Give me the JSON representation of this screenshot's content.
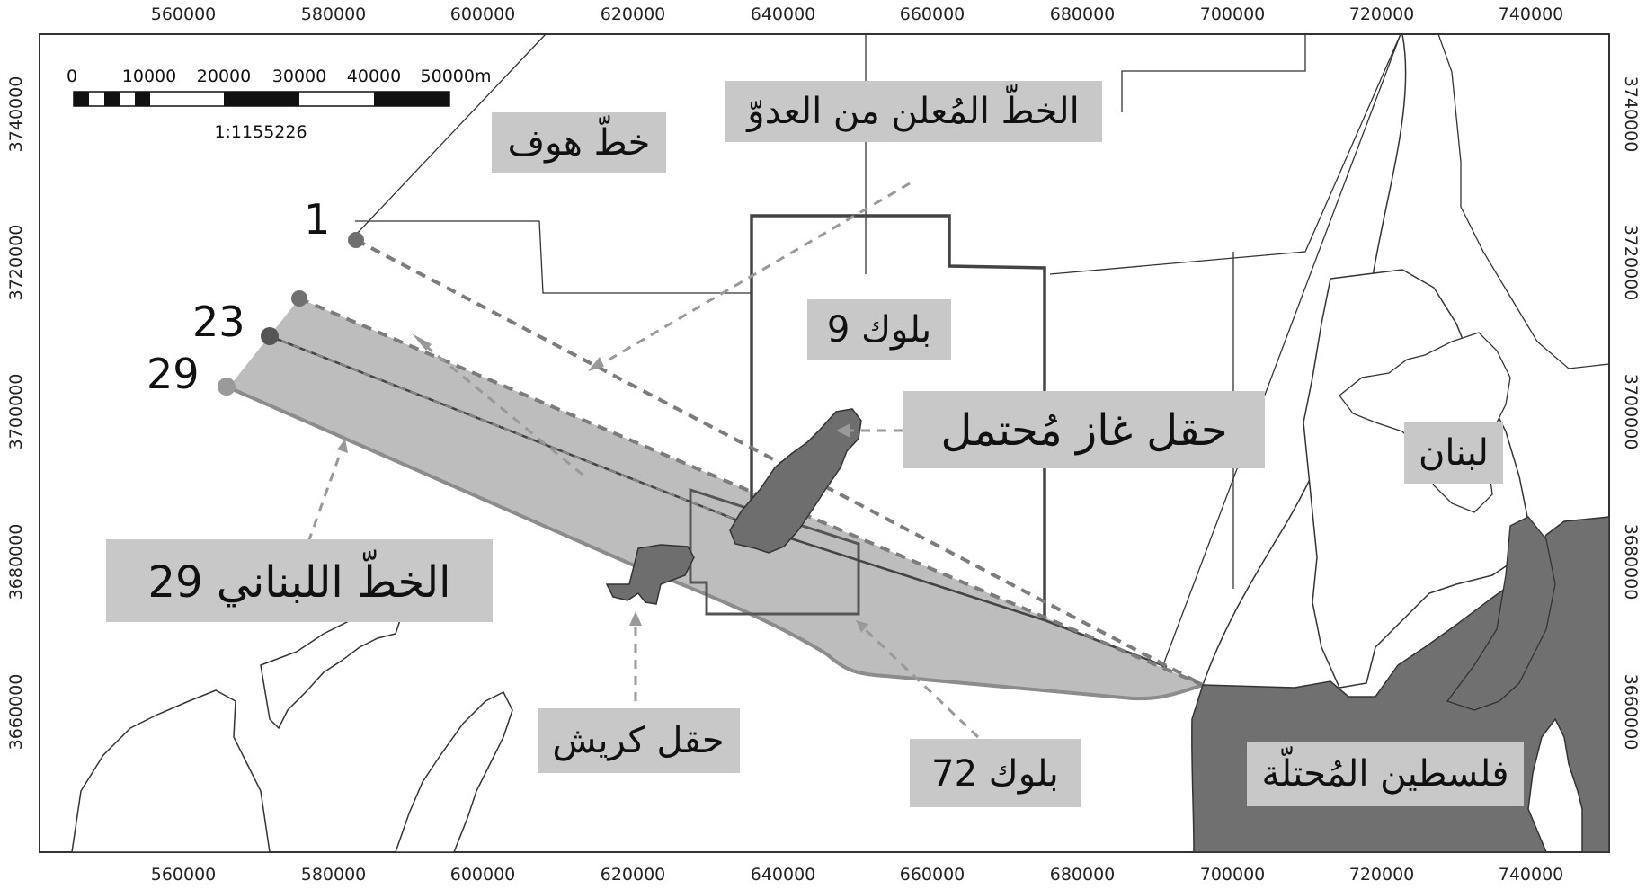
{
  "axes": {
    "x_ticks": [
      "560000",
      "580000",
      "600000",
      "620000",
      "640000",
      "660000",
      "680000",
      "700000",
      "720000",
      "740000"
    ],
    "y_ticks": [
      "3740000",
      "3720000",
      "3700000",
      "3680000",
      "3660000"
    ]
  },
  "scale_bar": {
    "ticks": [
      "0",
      "10000",
      "20000",
      "30000",
      "40000",
      "50000m"
    ],
    "ratio": "1:1155226"
  },
  "points": [
    {
      "id": "1",
      "label": "1"
    },
    {
      "id": "23",
      "label": "23"
    },
    {
      "id": "29",
      "label": "29"
    }
  ],
  "labels": {
    "hof_line": "خطّ هوف",
    "enemy_line": "الخطّ المُعلن من العدوّ",
    "block9": "بلوك 9",
    "gas_field": "حقل غاز مُحتمل",
    "lebanon": "لبنان",
    "lebanese_line": "الخطّ اللبناني 29",
    "karish": "حقل كريش",
    "block72": "بلوك 72",
    "palestine": "فلسطين المُحتلّة"
  },
  "colors": {
    "disputed_area": "#bdbdbd",
    "gas_field": "#6e6e6e",
    "occupied_palestine": "#707070",
    "label_box": "#c8c8c8",
    "dashed_line": "#7c7c7c"
  }
}
